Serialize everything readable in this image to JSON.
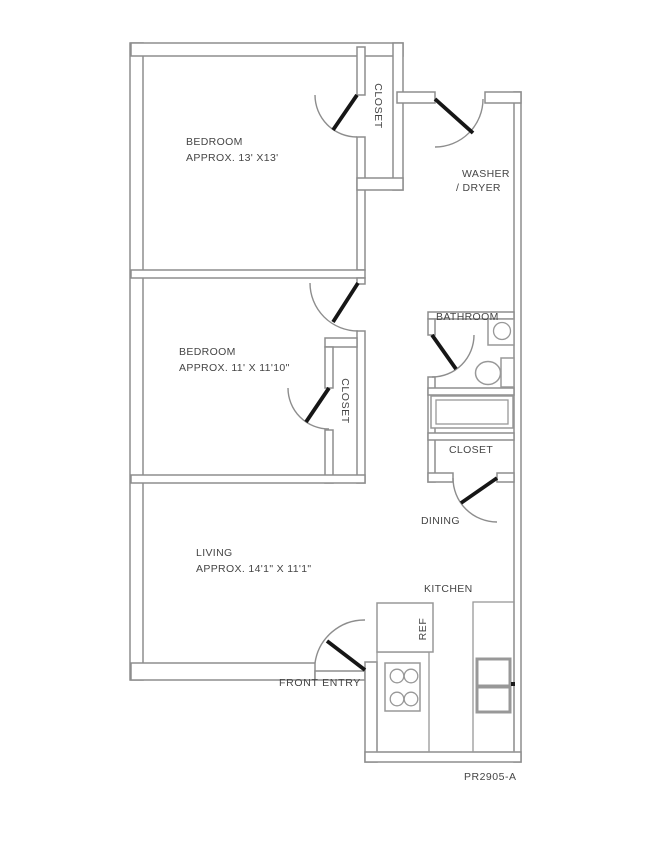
{
  "plan_number": "PR2905-A",
  "rooms": {
    "bedroom1": {
      "label": "BEDROOM",
      "dims": "APPROX. 13' X13'"
    },
    "bedroom2": {
      "label": "BEDROOM",
      "dims": "APPROX. 11' X 11'10\""
    },
    "living": {
      "label": "LIVING",
      "dims": "APPROX. 14'1\" X 11'1\""
    },
    "washer_dryer": {
      "line1": "WASHER",
      "line2": "/ DRYER"
    },
    "bathroom": {
      "label": "BATHROOM"
    },
    "dining": {
      "label": "DINING"
    },
    "kitchen": {
      "label": "KITCHEN"
    },
    "front_entry": {
      "label": "FRONT ENTRY"
    },
    "closet_bedroom1": {
      "label": "CLOSET"
    },
    "closet_bedroom2": {
      "label": "CLOSET"
    },
    "closet_hall": {
      "label": "CLOSET"
    },
    "refrigerator": {
      "label": "REF"
    }
  },
  "colors": {
    "wall": "#8d8d8d",
    "text": "#454545",
    "door": "#161616",
    "fixture": "#989898",
    "bg": "#ffffff"
  }
}
